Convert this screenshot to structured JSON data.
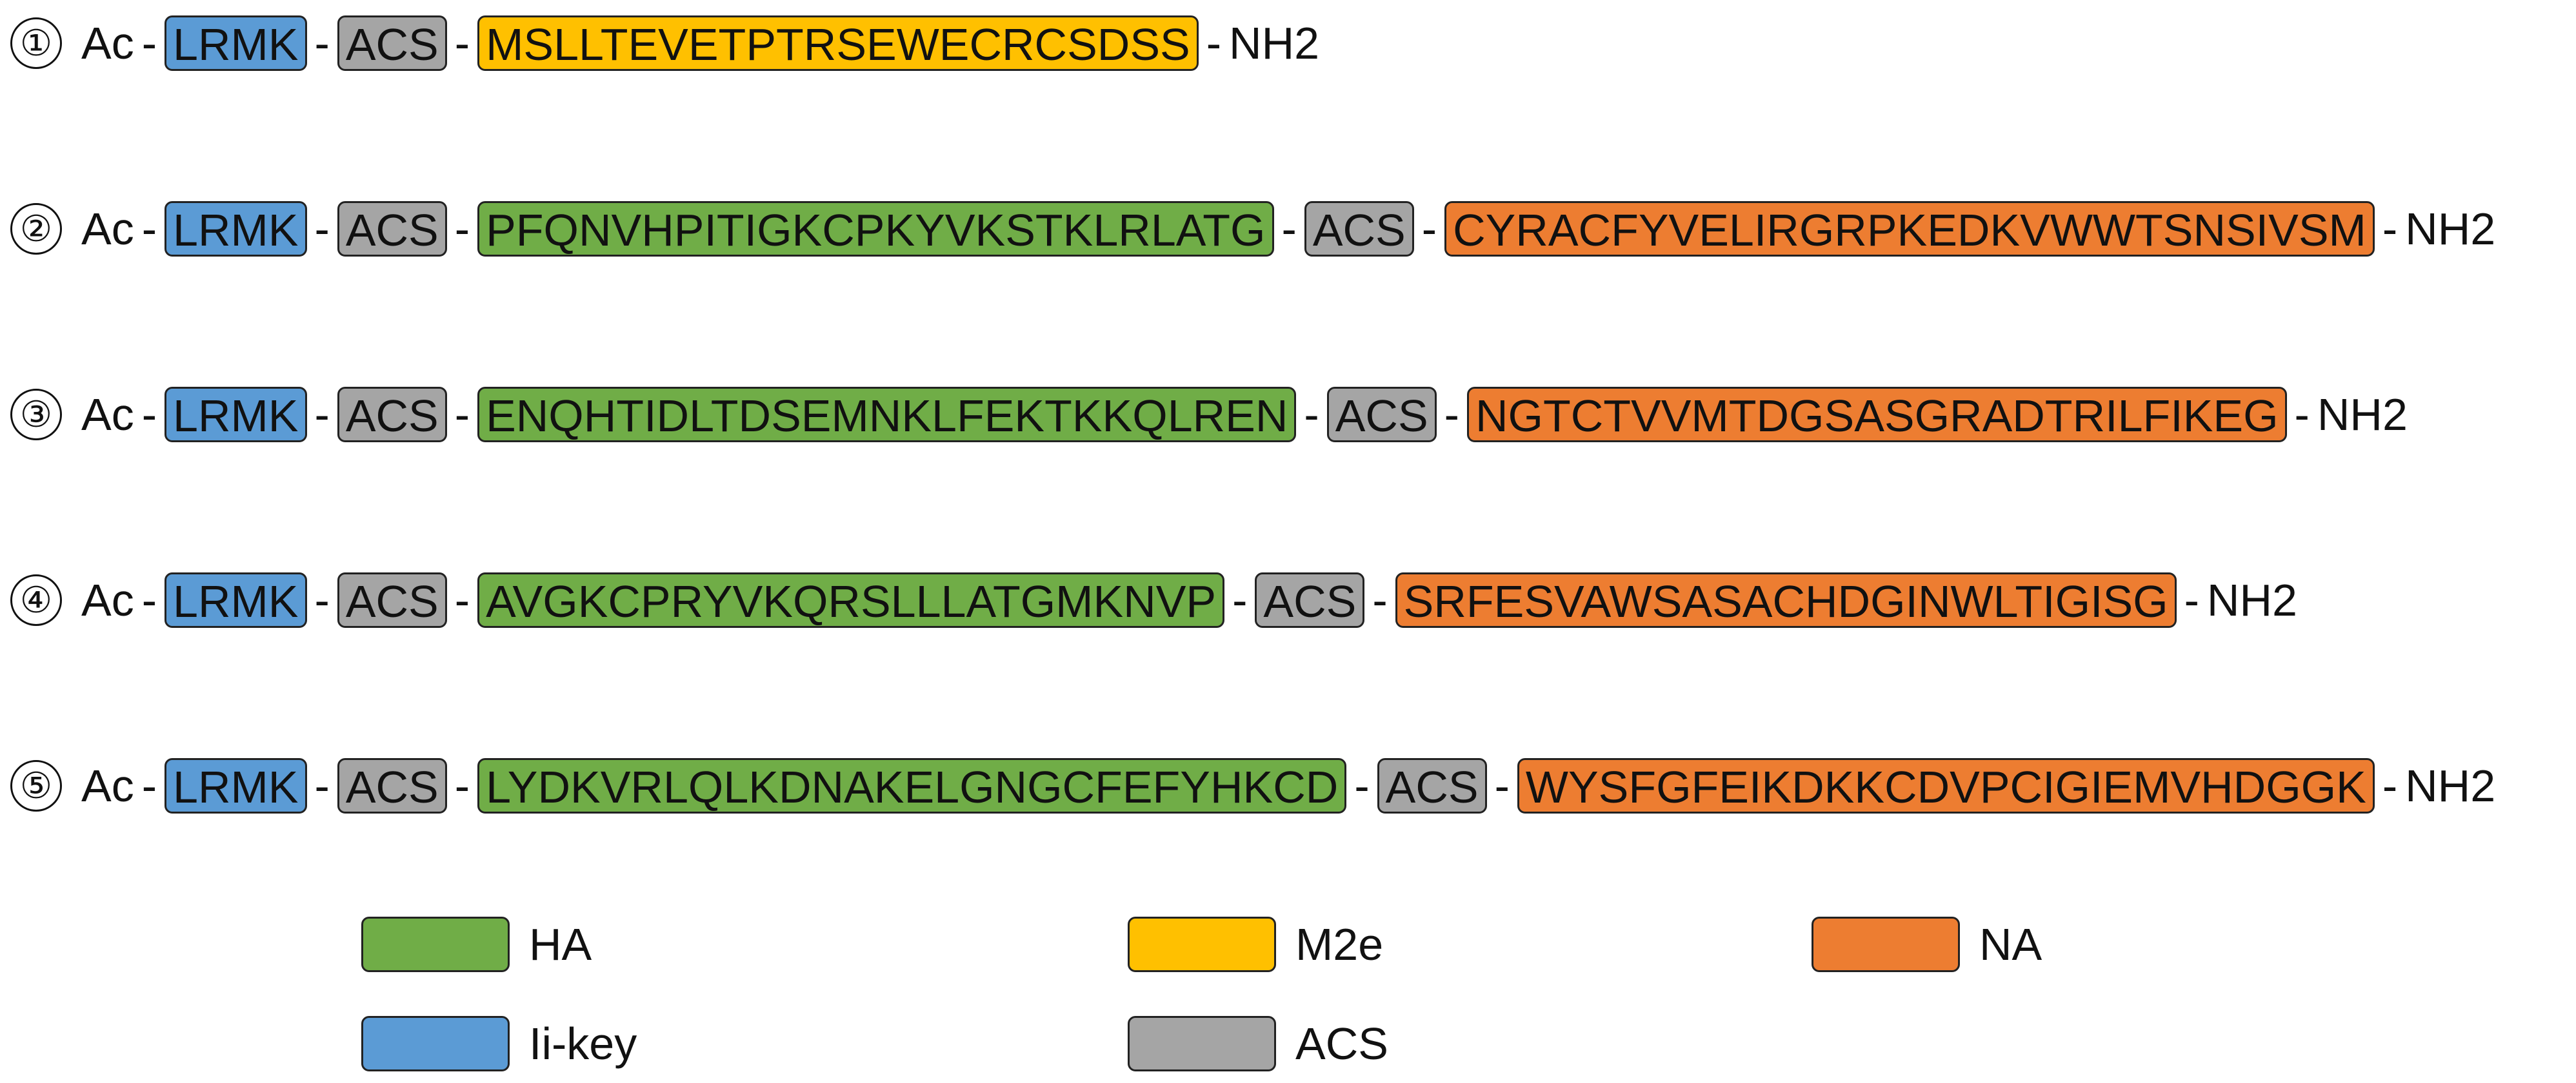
{
  "colors": {
    "HA": "#70ad47",
    "M2e": "#ffc000",
    "NA": "#ed7d31",
    "Ii-key": "#5b9bd5",
    "ACS": "#a5a5a5"
  },
  "rows": [
    {
      "number": "①",
      "start": "Ac",
      "end": "NH2",
      "segments": [
        {
          "type": "Ii-key",
          "text": "LRMK"
        },
        {
          "type": "ACS",
          "text": "ACS"
        },
        {
          "type": "M2e",
          "text": "MSLLTEVETPTRSEWECRCSDSS"
        }
      ]
    },
    {
      "number": "②",
      "start": "Ac",
      "end": "NH2",
      "segments": [
        {
          "type": "Ii-key",
          "text": "LRMK"
        },
        {
          "type": "ACS",
          "text": "ACS"
        },
        {
          "type": "HA",
          "text": "PFQNVHPITIGKCPKYVKSTKLRLATG"
        },
        {
          "type": "ACS",
          "text": "ACS"
        },
        {
          "type": "NA",
          "text": "CYRACFYVELIRGRPKEDKVWWTSNSIVSM"
        }
      ]
    },
    {
      "number": "③",
      "start": "Ac",
      "end": "NH2",
      "segments": [
        {
          "type": "Ii-key",
          "text": "LRMK"
        },
        {
          "type": "ACS",
          "text": "ACS"
        },
        {
          "type": "HA",
          "text": "ENQHTIDLTDSEMNKLFEKTKKQLREN"
        },
        {
          "type": "ACS",
          "text": "ACS"
        },
        {
          "type": "NA",
          "text": "NGTCTVVMTDGSASGRADTRILFIKEG"
        }
      ]
    },
    {
      "number": "④",
      "start": "Ac",
      "end": "NH2",
      "segments": [
        {
          "type": "Ii-key",
          "text": "LRMK"
        },
        {
          "type": "ACS",
          "text": "ACS"
        },
        {
          "type": "HA",
          "text": "AVGKCPRYVKQRSLLLATGMKNVP"
        },
        {
          "type": "ACS",
          "text": "ACS"
        },
        {
          "type": "NA",
          "text": "SRFESVAWSASACHDGINWLTIGISG"
        }
      ]
    },
    {
      "number": "⑤",
      "start": "Ac",
      "end": "NH2",
      "segments": [
        {
          "type": "Ii-key",
          "text": "LRMK"
        },
        {
          "type": "ACS",
          "text": "ACS"
        },
        {
          "type": "HA",
          "text": "LYDKVRLQLKDNAKELGNGCFEFYHKCD"
        },
        {
          "type": "ACS",
          "text": "ACS"
        },
        {
          "type": "NA",
          "text": "WYSFGFEIKDKKCDVPCIGIEMVHDGGK"
        }
      ]
    }
  ],
  "legend": [
    {
      "type": "HA",
      "label": "HA"
    },
    {
      "type": "M2e",
      "label": "M2e"
    },
    {
      "type": "NA",
      "label": "NA"
    },
    {
      "type": "Ii-key",
      "label": "Ii-key"
    },
    {
      "type": "ACS",
      "label": "ACS"
    }
  ]
}
